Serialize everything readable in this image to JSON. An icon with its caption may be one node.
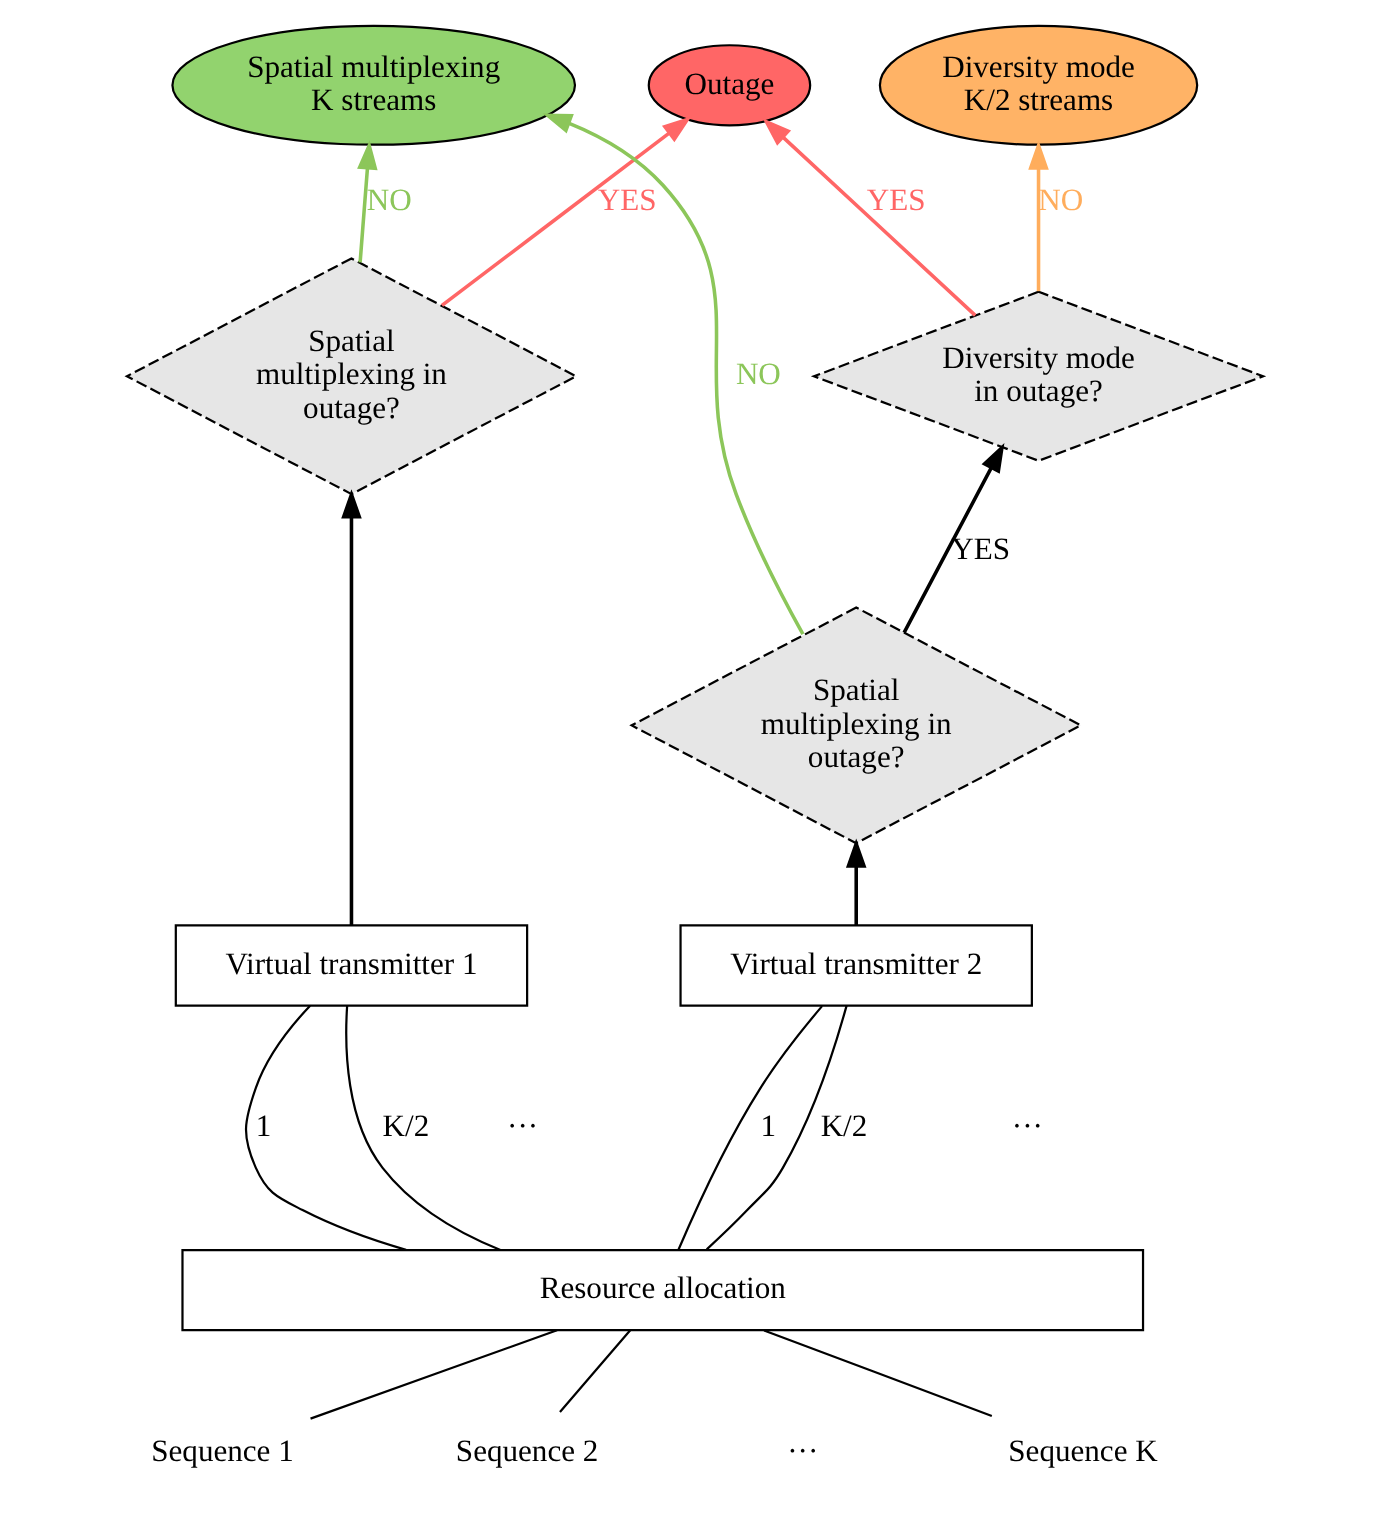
{
  "diagram": {
    "nodes": [
      {
        "text": [
          "Spatial multiplexing",
          "K streams"
        ]
      },
      {
        "text": [
          "Outage"
        ]
      },
      {
        "text": [
          "Diversity mode",
          "K/2 streams"
        ]
      },
      {
        "text": [
          "Diversity mode in outage?"
        ]
      },
      {
        "text": [
          "Spatial multiplexing in outage?"
        ]
      },
      {
        "text": [
          "Spatial multiplexing in outage?"
        ]
      },
      {
        "text": [
          "Virtual transmitter 1"
        ]
      },
      {
        "text": [
          "Virtual transmitter 2"
        ]
      },
      {
        "text": [
          "Resource allocation"
        ]
      },
      {
        "text": [
          "Sequence 1"
        ]
      },
      {
        "text": [
          "Sequence 2"
        ]
      },
      {
        "text": [
          "Sequence K"
        ]
      }
    ],
    "edges": [
      {
        "from": 4,
        "to": 0,
        "arrow": "to",
        "label": "NO",
        "color": "#8cc65a"
      },
      {
        "from": 4,
        "to": 1,
        "arrow": "to",
        "label": "YES",
        "color": "#ff6666"
      },
      {
        "from": 5,
        "to": 0,
        "arrow": "to",
        "label": "NO",
        "color": "#8cc65a"
      },
      {
        "from": 5,
        "to": 3,
        "arrow": "to",
        "label": "YES"
      },
      {
        "from": 3,
        "to": 1,
        "arrow": "to",
        "label": "YES",
        "color": "#ff6666"
      },
      {
        "from": 3,
        "to": 2,
        "arrow": "to",
        "label": "NO",
        "color": "#ffad5c"
      },
      {
        "from": 6,
        "to": 4,
        "arrow": "to"
      },
      {
        "from": 7,
        "to": 5,
        "arrow": "to"
      },
      {
        "from": 8,
        "to": 6,
        "arrow": "none",
        "label": "1"
      },
      {
        "from": 8,
        "to": 6,
        "arrow": "none",
        "label": "K/2"
      },
      {
        "from": 8,
        "to": 7,
        "arrow": "none",
        "label": "1"
      },
      {
        "from": 8,
        "to": 7,
        "arrow": "none",
        "label": "K/2"
      },
      {
        "from": 9,
        "to": 8,
        "arrow": "none"
      },
      {
        "from": 10,
        "to": 8,
        "arrow": "none"
      },
      {
        "from": 11,
        "to": 8,
        "arrow": "none"
      }
    ],
    "labels": [
      "···",
      "···",
      "···"
    ]
  }
}
